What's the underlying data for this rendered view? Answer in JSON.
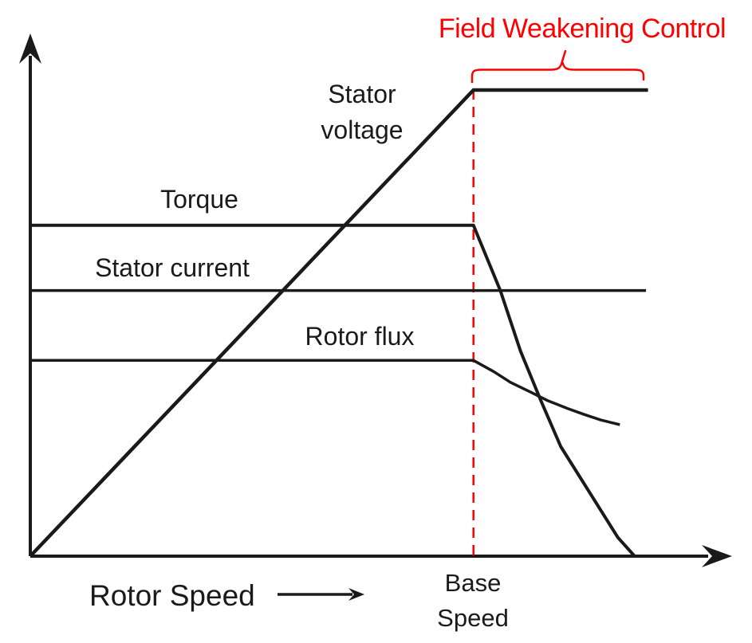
{
  "colors": {
    "ink": "#1a1a1a",
    "accent_red": "#ff0000",
    "background": "#ffffff"
  },
  "chart_data": {
    "type": "line",
    "title": "Field Weakening Control",
    "xlabel": "Rotor Speed",
    "ylabel": "",
    "grid": false,
    "axes_numeric": false,
    "legend_position": "inline-labels",
    "x_axis": {
      "range": [
        0,
        1
      ],
      "unit": "normalized rotor speed (no tick values shown)",
      "base_speed": 0.66,
      "base_speed_label": "Base Speed"
    },
    "y_axis": {
      "range": [
        0,
        1
      ],
      "unit": "normalized magnitude (qualitative, no tick values shown)"
    },
    "annotations": [
      {
        "id": "field-weakening-region",
        "text": "Field Weakening Control",
        "color": "#ff0000",
        "x_start": 0.66,
        "x_end": 0.915,
        "style": "brace-above-curves"
      },
      {
        "id": "base-speed-marker",
        "text": "Base Speed",
        "x": 0.66,
        "color": "#ff0000",
        "style": "vertical-dashed-line"
      }
    ],
    "series": [
      {
        "id": "stator_voltage",
        "name": "Stator voltage",
        "description": "rises linearly from zero to maximum at base speed, then constant",
        "points": [
          [
            0,
            0
          ],
          [
            0.66,
            1
          ],
          [
            0.92,
            1
          ]
        ]
      },
      {
        "id": "torque",
        "name": "Torque",
        "description": "constant up to base speed, then falls to zero",
        "points": [
          [
            0,
            0.71
          ],
          [
            0.66,
            0.71
          ],
          [
            0.7,
            0.57
          ],
          [
            0.73,
            0.44
          ],
          [
            0.76,
            0.335
          ],
          [
            0.79,
            0.235
          ],
          [
            0.825,
            0.155
          ],
          [
            0.875,
            0.04
          ],
          [
            0.9,
            0
          ]
        ]
      },
      {
        "id": "stator_current",
        "name": "Stator current",
        "description": "constant across the whole speed range",
        "points": [
          [
            0,
            0.57
          ],
          [
            0.917,
            0.57
          ]
        ]
      },
      {
        "id": "rotor_flux",
        "name": "Rotor flux",
        "description": "constant up to base speed, then decays asymptotically",
        "points": [
          [
            0,
            0.42
          ],
          [
            0.66,
            0.42
          ],
          [
            0.69,
            0.396
          ],
          [
            0.715,
            0.373
          ],
          [
            0.745,
            0.352
          ],
          [
            0.77,
            0.334
          ],
          [
            0.8,
            0.317
          ],
          [
            0.825,
            0.304
          ],
          [
            0.85,
            0.292
          ],
          [
            0.878,
            0.282
          ]
        ]
      }
    ]
  }
}
